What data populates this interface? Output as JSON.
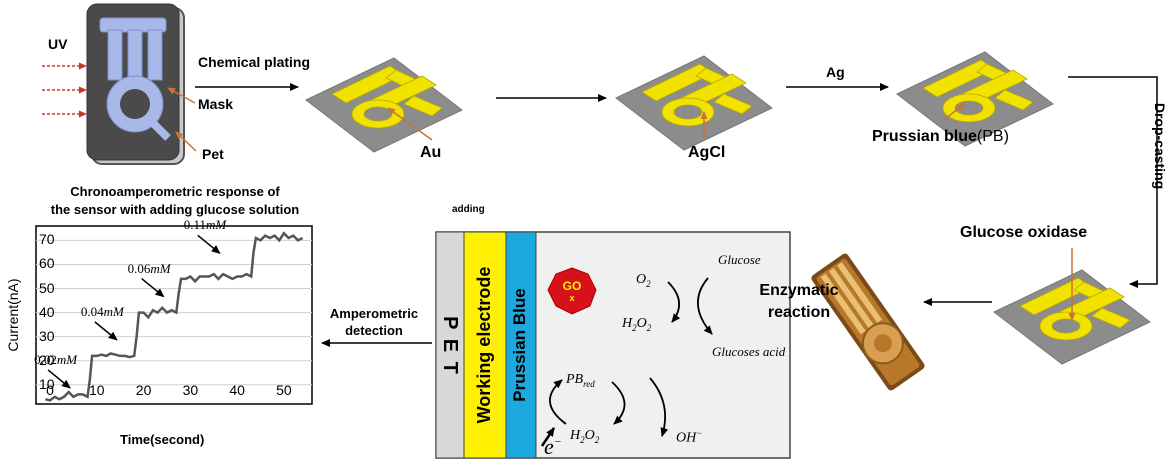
{
  "step1": {
    "uv_label": "UV",
    "mask_label": "Mask",
    "pet_label": "Pet",
    "arrow_label": "Chemical plating"
  },
  "step2": {
    "metal_label": "Au"
  },
  "step3": {
    "metal_label": "AgCl",
    "arrow_label": "Ag"
  },
  "step4": {
    "metal_label_bold": "Prussian blue",
    "metal_label_plain": "(PB)",
    "arrow_label": "Drop-casting"
  },
  "step5": {
    "label": "Glucose oxidase"
  },
  "reaction": {
    "label_line1": "Enzymatic",
    "label_line2": "reaction",
    "glucose": "Glucose",
    "glucose_acid": "Glucoses acid",
    "o2": "O",
    "o2_sub": "2",
    "h2o2_top": "H",
    "h2o2_top_sub1": "2",
    "h2o2_top_o": "O",
    "h2o2_top_sub2": "2",
    "pb_red": "PB",
    "pb_red_sub": "red",
    "h2o2_bottom": "H",
    "h2o2_bottom_sub1": "2",
    "h2o2_bottom_o": "O",
    "h2o2_bottom_sub2": "2",
    "electron": "e",
    "electron_sup": "−",
    "oh": "OH",
    "oh_sup": "−",
    "gox_line1": "GO",
    "gox_line2": "x"
  },
  "layers": {
    "adding_label": "adding",
    "pet": "P E T",
    "working": "Working electrode",
    "prussian": "Prussian Blue"
  },
  "amperometric": {
    "line1": "Amperometric",
    "line2": "detection"
  },
  "colors": {
    "sensor_base": "#8c8c8c",
    "electrode": "#f2e200",
    "mask_blue": "#a8b8e8",
    "arrow_orange": "#c8733a",
    "uv_red": "#c0392b",
    "prussian_blue": "#1ba9e0",
    "working_yellow": "#ffef00",
    "gox_red": "#d8101a"
  },
  "chart_data": {
    "type": "line",
    "title": "Chronoamperometric response of the sensor with adding glucose solution",
    "title_line1": "Chronoamperometric response of",
    "title_line2": "the sensor with adding glucose solution",
    "xlabel": "Time(second)",
    "ylabel": "Current(nA)",
    "xlim": [
      -3,
      56
    ],
    "ylim": [
      2,
      76
    ],
    "xticks": [
      0,
      10,
      20,
      30,
      40,
      50
    ],
    "yticks": [
      10,
      20,
      30,
      40,
      50,
      60,
      70
    ],
    "grid": true,
    "annotations": [
      {
        "text": "0.02",
        "unit": "mM",
        "at": [
          3,
          7
        ]
      },
      {
        "text": "0.04",
        "unit": "mM",
        "at": [
          13,
          27
        ]
      },
      {
        "text": "0.06",
        "unit": "mM",
        "at": [
          23,
          45
        ]
      },
      {
        "text": "0.11",
        "unit": "mM",
        "at": [
          35,
          63
        ]
      }
    ],
    "series": [
      {
        "x": [
          -1,
          0,
          1,
          2,
          3,
          4,
          5,
          6,
          7,
          8,
          8.5,
          9,
          10,
          11,
          12,
          13,
          14,
          15,
          16,
          17,
          18,
          18.5,
          19,
          20,
          21,
          22,
          23,
          24,
          25,
          26,
          27,
          27.5,
          28,
          29,
          30,
          31,
          32,
          33,
          34,
          35,
          36,
          37,
          38,
          39,
          40,
          41,
          42,
          43,
          43.5,
          44,
          45,
          46,
          47,
          48,
          49,
          50,
          51,
          52,
          53,
          54
        ],
        "y": [
          4,
          3.5,
          5,
          4,
          5,
          7,
          5,
          6,
          6,
          5,
          12,
          22,
          22,
          22.5,
          22,
          23,
          22.5,
          22,
          22,
          21.5,
          22,
          30,
          40,
          40,
          38,
          41,
          40,
          42,
          40,
          41,
          40,
          48,
          54,
          54,
          55,
          53,
          55,
          55,
          55,
          56,
          54,
          56,
          55,
          54,
          55,
          55,
          56,
          55,
          65,
          71,
          70,
          72,
          71,
          72,
          70,
          73,
          71,
          72,
          70,
          71
        ]
      }
    ]
  }
}
